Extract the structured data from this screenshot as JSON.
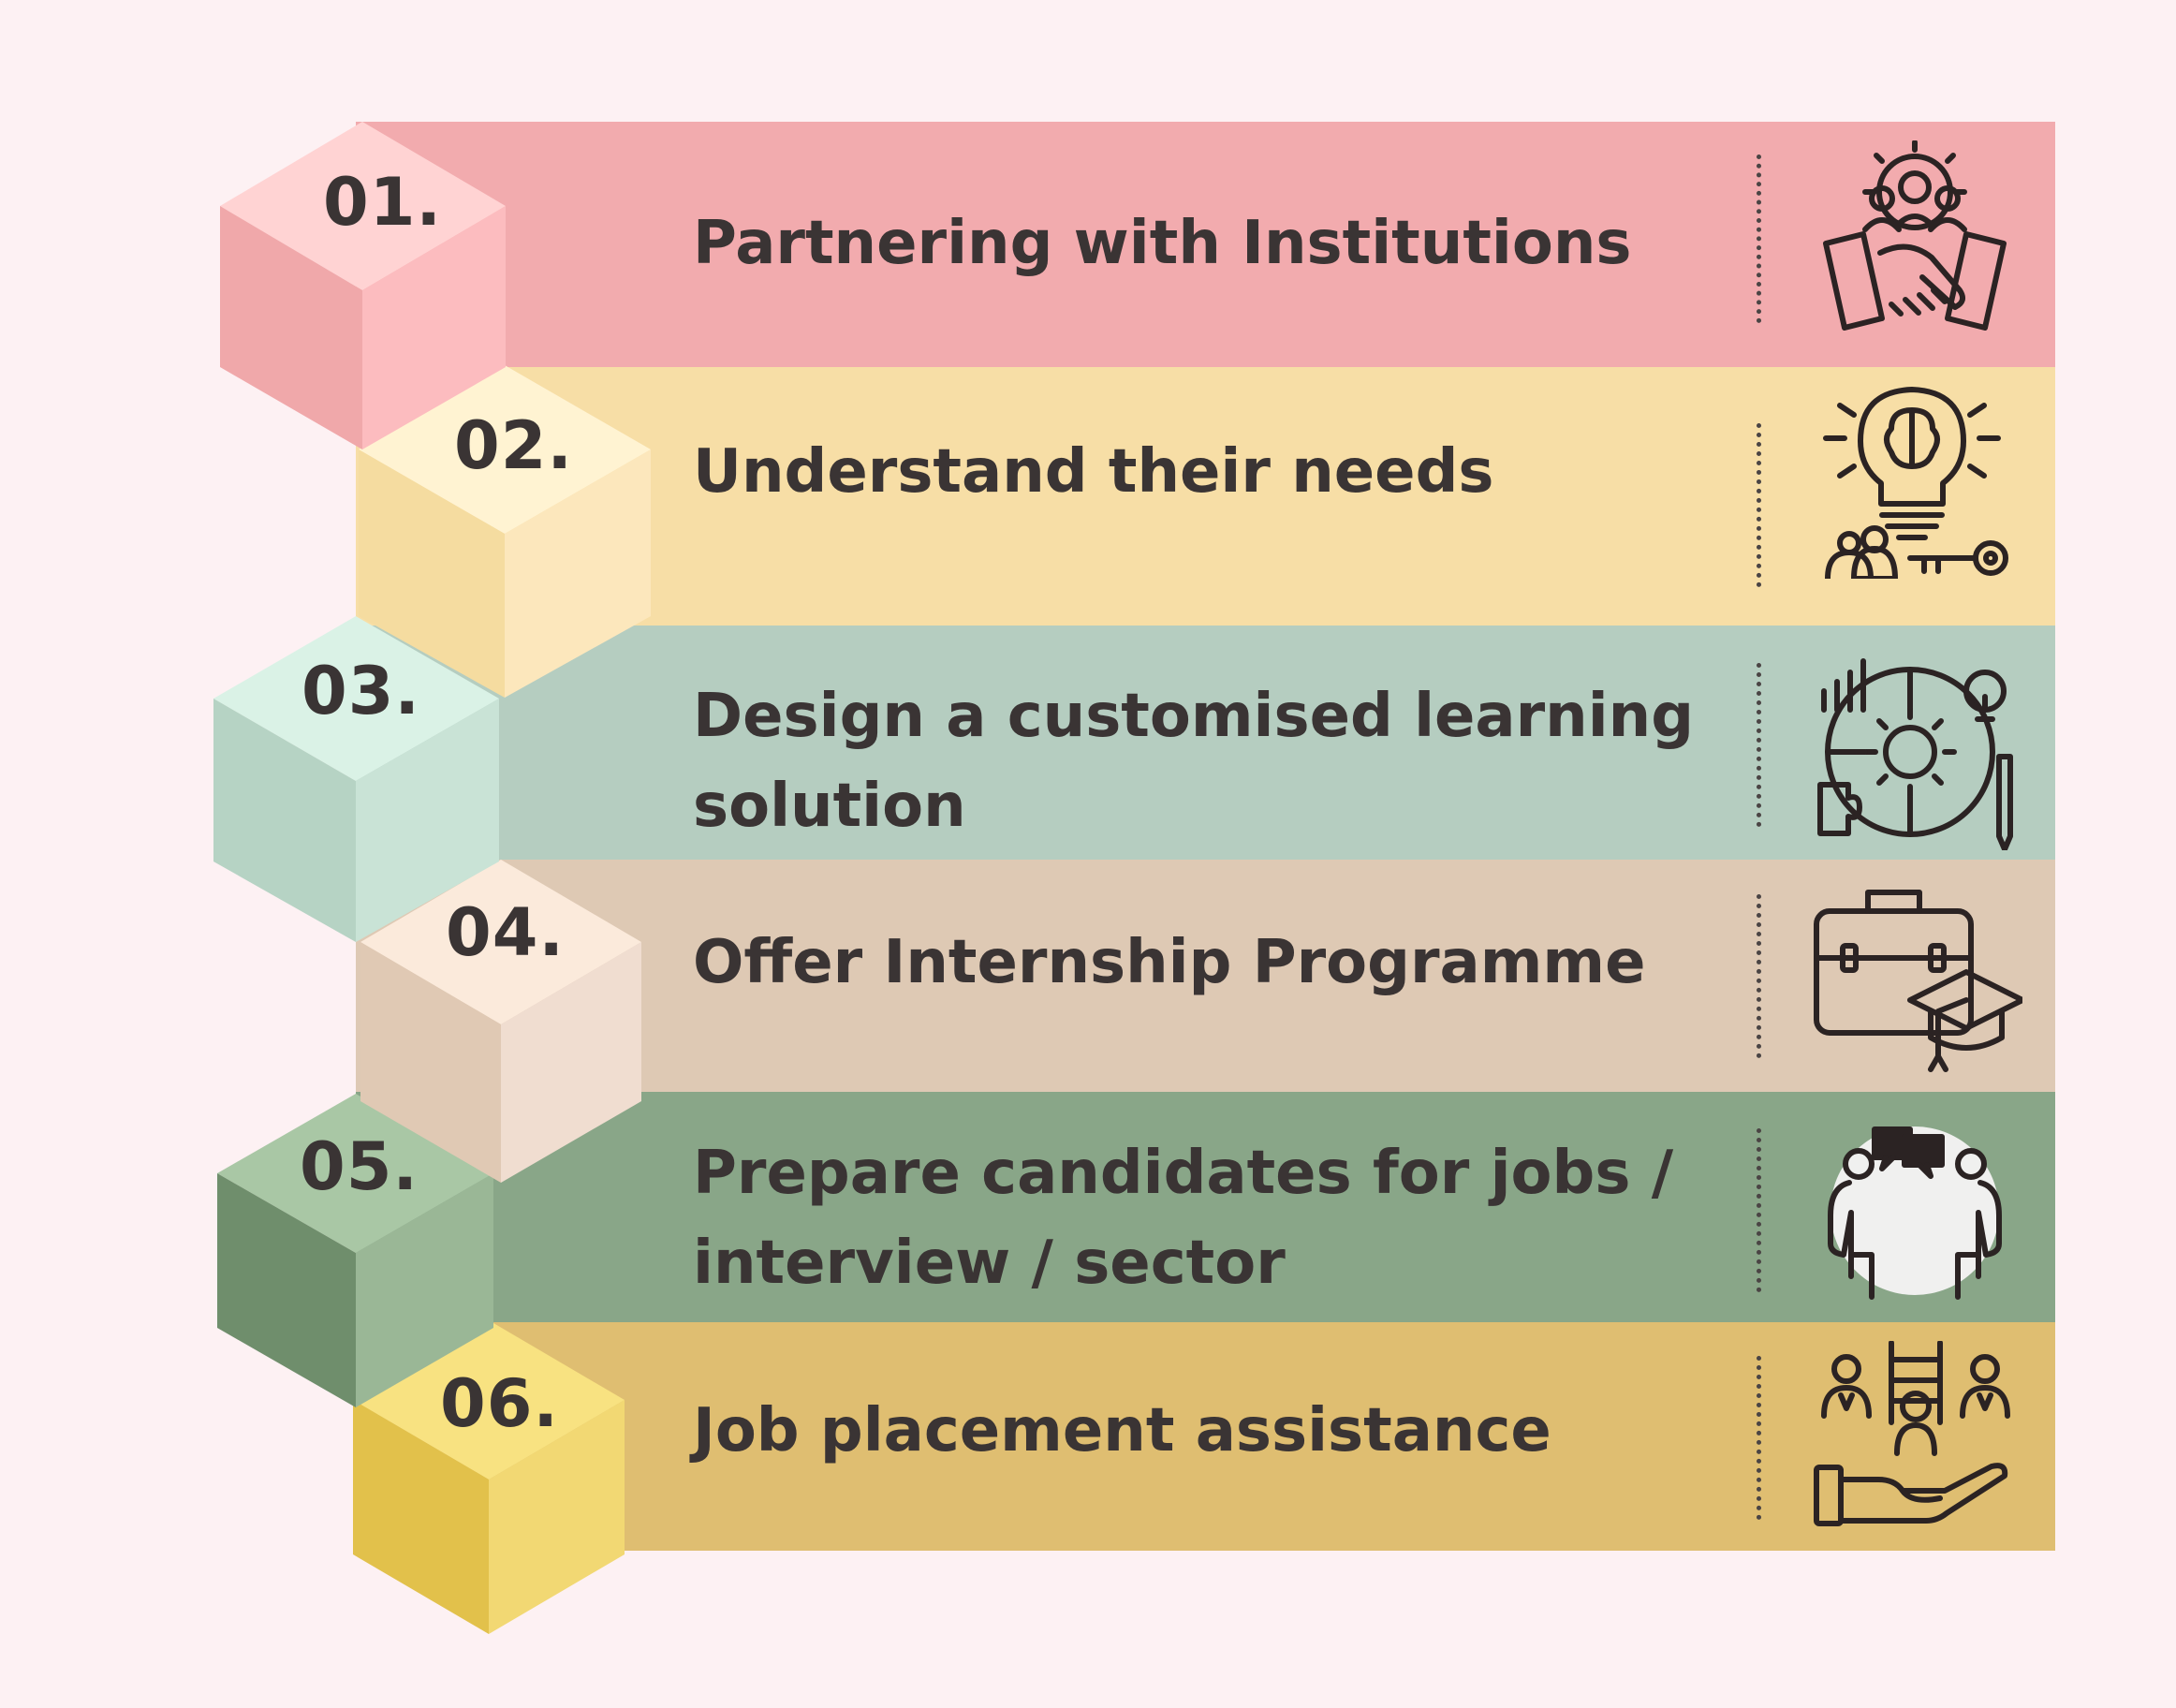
{
  "colors": {
    "background": "#fdf1f3",
    "band_1": "#f2abae",
    "band_2": "#f7dea6",
    "band_3": "#b5cdc0",
    "band_4": "#dec9b4",
    "band_5": "#89a688",
    "band_6": "#dfbe71",
    "text": "#3a3434"
  },
  "steps": [
    {
      "number": "01.",
      "label_lines": [
        "Partnering with Institutions"
      ],
      "icon": "handshake-team-gear-icon"
    },
    {
      "number": "02.",
      "label_lines": [
        "Understand their needs"
      ],
      "icon": "lightbulb-brain-key-icon"
    },
    {
      "number": "03.",
      "label_lines": [
        "Design a customised learning",
        "solution"
      ],
      "icon": "gear-chart-puzzle-pencil-icon"
    },
    {
      "number": "04.",
      "label_lines": [
        "Offer Internship Programme"
      ],
      "icon": "briefcase-graduation-cap-icon"
    },
    {
      "number": "05.",
      "label_lines": [
        "Prepare candidates for jobs /",
        "interview / sector"
      ],
      "icon": "interview-conversation-icon"
    },
    {
      "number": "06.",
      "label_lines": [
        "Job placement assistance"
      ],
      "icon": "career-ladder-hand-icon"
    }
  ]
}
